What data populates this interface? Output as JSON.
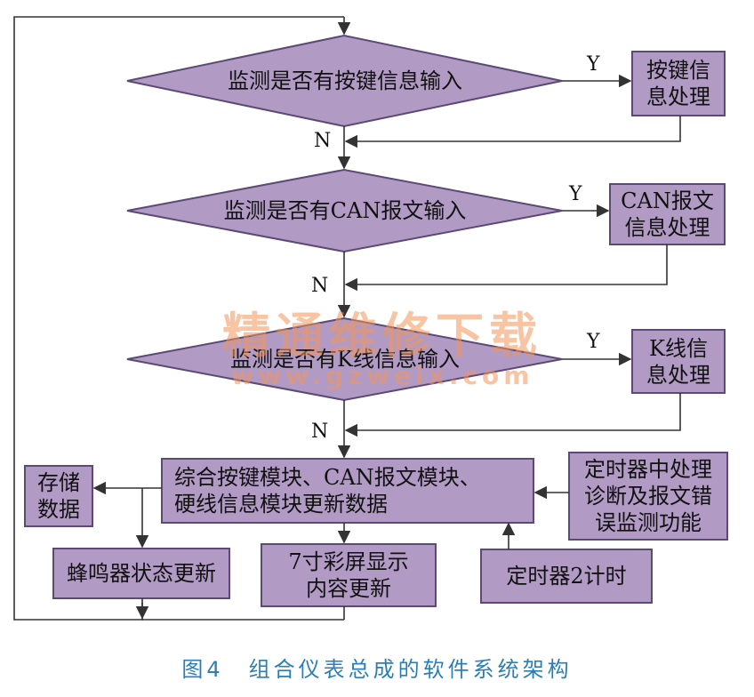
{
  "nodes": {
    "d1": "监测是否有按键信息输入",
    "p1": [
      "按键信",
      "息处理"
    ],
    "d2": "监测是否有CAN报文输入",
    "p2": [
      "CAN报文",
      "信息处理"
    ],
    "d3": "监测是否有K线信息输入",
    "p3": [
      "K线信",
      "息处理"
    ],
    "main": [
      "综合按键模块、CAN报文模块、",
      "硬线信息模块更新数据"
    ],
    "storage": [
      "存储",
      "数据"
    ],
    "timer_process": [
      "定时器中处理",
      "诊断及报文错",
      "误监测功能"
    ],
    "buzzer": "蜂鸣器状态更新",
    "screen": [
      "7寸彩屏显示",
      "内容更新"
    ],
    "timer2": "定时器2计时"
  },
  "labels": {
    "yes": "Y",
    "no": "N"
  },
  "watermark": {
    "line1": "精通维修下载",
    "line2": "www.gzweix.com"
  },
  "caption": "图4　组合仪表总成的软件系统架构",
  "colors": {
    "fill": "#b19ac4",
    "stroke": "#5b4a75",
    "line": "#333333",
    "caption": "#2a7fb8"
  }
}
